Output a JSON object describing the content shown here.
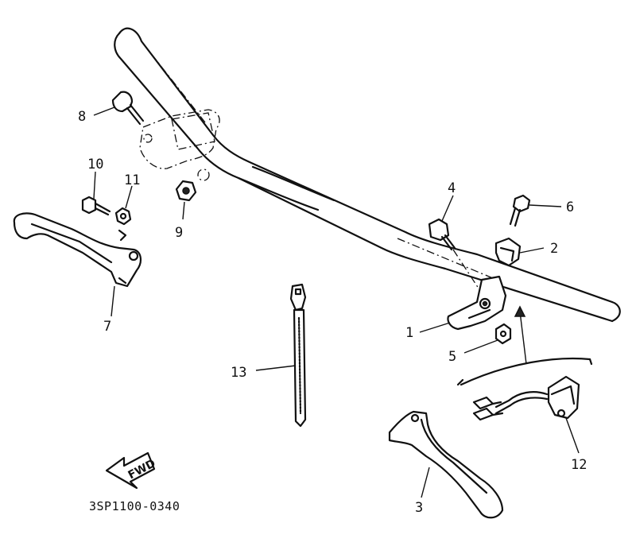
{
  "diagram": {
    "part_code": "3SP1100-0340",
    "fwd_label": "FWD",
    "callouts": [
      {
        "id": "1",
        "label": "1"
      },
      {
        "id": "2",
        "label": "2"
      },
      {
        "id": "3",
        "label": "3"
      },
      {
        "id": "4",
        "label": "4"
      },
      {
        "id": "5",
        "label": "5"
      },
      {
        "id": "6",
        "label": "6"
      },
      {
        "id": "7",
        "label": "7"
      },
      {
        "id": "8",
        "label": "8"
      },
      {
        "id": "9",
        "label": "9"
      },
      {
        "id": "10",
        "label": "10"
      },
      {
        "id": "11",
        "label": "11"
      },
      {
        "id": "12",
        "label": "12"
      },
      {
        "id": "13",
        "label": "13"
      }
    ]
  }
}
